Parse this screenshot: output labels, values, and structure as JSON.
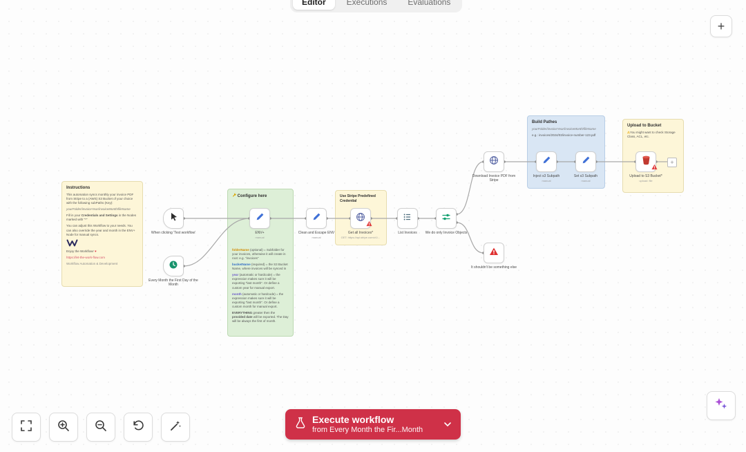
{
  "header": {
    "tabs": [
      {
        "label": "Editor",
        "active": true
      },
      {
        "label": "Executions",
        "active": false
      },
      {
        "label": "Evaluations",
        "active": false
      }
    ],
    "add_button": "+"
  },
  "canvas": {
    "endpoint_plus": "+",
    "stickies": {
      "instructions": {
        "title": "Instructions",
        "p1": "This automation syncs monthly your invoice PDF from Stripe to a (AWS) S3 Bucket of your choice with the following subPaths (Key):",
        "path": "yourFolder/invoiceYear/invoiceMonth/fileName",
        "p2_pre": "Fill in your ",
        "p2_bold": "Credentials and Settings",
        "p2_post": " in the Nodes marked with \"*\"",
        "p3": "You can adjust this Workflow to your needs. You can also override the year and month in the ENV+ Node for manual syncs.",
        "enjoy": "Enjoy the Workflow! ",
        "heart": "♥",
        "link": "https://let-the-work-flow.com",
        "footer": "Workflow Automation & Development"
      },
      "configure": {
        "title": "Configure here",
        "p1_key": "folderName",
        "p1_text": " (optional) = Subfolder for your invoices, otherwise it will create in root: e.g. \"invoices\"",
        "p2_key": "bucketName",
        "p2_text": " (required) = the S3 Bucket Name, where invoices will be synced in",
        "p3_key": "year",
        "p3_text": " (automatic or hardcode) = the expression makes sure it will be exporting \"last month\". Or define a custom year for manual export.",
        "p4_key": "month",
        "p4_text": " (automatic or hardcode) = the expression makes sure it will be exporting \"last month\". Or define a custom month for manual export.",
        "p5_bold1": "EVERYTHING",
        "p5_text1": " greater then the ",
        "p5_bold2": "provided date",
        "p5_text2": " will be exported. The Day will be always the first of month."
      },
      "stripe": {
        "title": "Use Stripe Predefined Credential"
      },
      "paths": {
        "title": "Build Pathes",
        "p1": "yourFolder/invoiceYear/invoiceMonth/fileName",
        "p2": "e.g.: invoices/2024/03/invoice-number-123.pdf"
      },
      "upload": {
        "title": "Upload to Bucket",
        "warning_icon": "⚠",
        "warning": "You might want to check Storage Class, ACL, etc."
      }
    },
    "nodes": [
      {
        "label": "When clicking 'Test workflow'",
        "sub": ""
      },
      {
        "label": "Every Month the First Day of the Month",
        "sub": ""
      },
      {
        "label": "ENV+",
        "sub": "manual"
      },
      {
        "label": "Clean and Escape ENV",
        "sub": "manual"
      },
      {
        "label": "Get all Invoices*",
        "sub": "GET: https://api.stripe.com/v1/..."
      },
      {
        "label": "List Invoices",
        "sub": ""
      },
      {
        "label": "We do only Invoice Objects",
        "sub": ""
      },
      {
        "label": "Download Invoice PDF from Stripe",
        "sub": ""
      },
      {
        "label": "It shouldn't be something else",
        "sub": ""
      },
      {
        "label": "Inject s3 Subpath",
        "sub": "manual"
      },
      {
        "label": "Set s3 Subpath",
        "sub": "manual"
      },
      {
        "label": "Upload to S3 Bucket*",
        "sub": "upload: file"
      }
    ]
  },
  "execute_bar": {
    "title": "Execute workflow",
    "subtitle": "from Every Month the Fir...Month"
  },
  "colors": {
    "execute_red": "#cf3148",
    "sticky_yellow": "#fdf6d8",
    "sticky_green": "#ddefd7",
    "sticky_blue": "#d9e6f4",
    "schedule_green": "#17936c",
    "set_node_blue": "#3e6fd6",
    "filter_green": "#0f9f6e",
    "error_red": "#df3030"
  }
}
